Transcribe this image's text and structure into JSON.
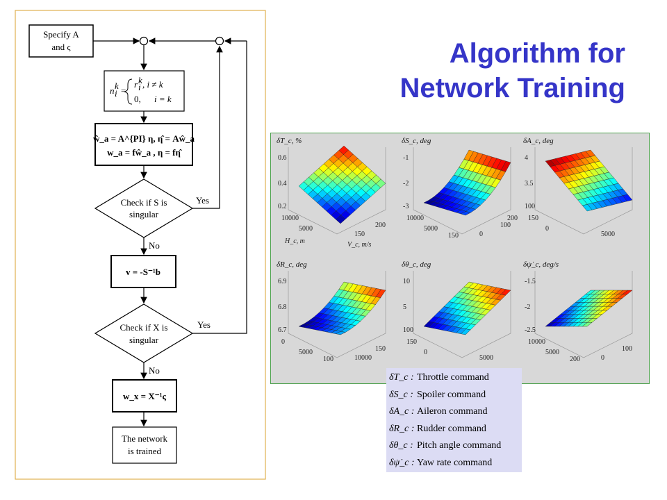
{
  "title": {
    "line1": "Algorithm for",
    "line2": "Network Training"
  },
  "flowchart": {
    "specify_line1": "Specify A",
    "specify_line2": "and ς",
    "n_formula_lhs": "n",
    "n_case1": "r",
    "n_case1_cond": ", i ≠ k",
    "n_case2": "0,",
    "n_case2_cond": "i = k",
    "update_line1": "ŵ_a = A^{PI} η,  η̂ = Aŵ_a",
    "update_line2": "w_a = fŵ_a ,  η = fη̂",
    "check_s_line1": "Check if S is",
    "check_s_line2": "singular",
    "yes_s": "Yes",
    "no_s": "No",
    "v_formula": "v = -S⁻¹b",
    "check_x_line1": "Check if X is",
    "check_x_line2": "singular",
    "yes_x": "Yes",
    "no_x": "No",
    "wx_formula": "w_x = X⁻¹ς",
    "trained_line1": "The network",
    "trained_line2": "is trained"
  },
  "plots": [
    {
      "label": "δT_c, %",
      "ticks": [
        "0.6",
        "0.4",
        "0.2",
        "10000",
        "5000",
        "150",
        "200"
      ],
      "axis_h": "H_c, m",
      "axis_v": "V_c, m/s"
    },
    {
      "label": "δS_c, deg",
      "ticks": [
        "-1",
        "-2",
        "-3",
        "10000",
        "5000",
        "0",
        "100",
        "150",
        "200"
      ]
    },
    {
      "label": "δA_c, deg",
      "ticks": [
        "4",
        "3.5",
        "100",
        "150",
        "0",
        "5000"
      ]
    },
    {
      "label": "δR_c, deg",
      "ticks": [
        "6.9",
        "6.8",
        "6.7",
        "0",
        "5000",
        "10000",
        "150",
        "100"
      ]
    },
    {
      "label": "δθ_c, deg",
      "ticks": [
        "10",
        "5",
        "100",
        "150",
        "0",
        "5000"
      ]
    },
    {
      "label": "δψ̇_c, deg/s",
      "ticks": [
        "-1.5",
        "-2",
        "-2.5",
        "10000",
        "5000",
        "0",
        "100",
        "200"
      ]
    }
  ],
  "legend": [
    {
      "symbol": "δT_c :",
      "text": "Throttle command"
    },
    {
      "symbol": "δS_c :",
      "text": "Spoiler command"
    },
    {
      "symbol": "δA_c :",
      "text": "Aileron command"
    },
    {
      "symbol": "δR_c :",
      "text": "Rudder command"
    },
    {
      "symbol": "δθ_c :",
      "text": "Pitch angle command"
    },
    {
      "symbol": "δψ̇_c :",
      "text": "Yaw rate command"
    }
  ],
  "colors": {
    "title": "#3535c8",
    "flow_border": "#e0b050",
    "plot_border": "#4aa04a",
    "legend_bg": "#dcdcf4"
  }
}
